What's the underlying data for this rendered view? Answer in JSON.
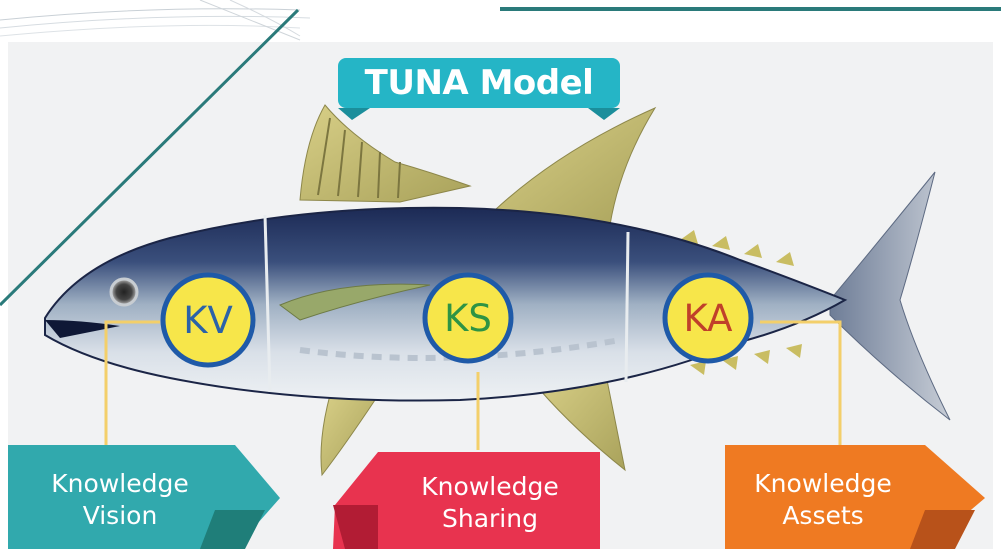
{
  "title": "TUNA Model",
  "badges": [
    {
      "abbr": "KV",
      "color": "#2b62a8"
    },
    {
      "abbr": "KS",
      "color": "#2e9444"
    },
    {
      "abbr": "KA",
      "color": "#c0402a"
    }
  ],
  "labels": [
    {
      "line1": "Knowledge",
      "line2": "Vision",
      "color": "#31a9ad"
    },
    {
      "line1": "Knowledge",
      "line2": "Sharing",
      "color": "#e8334f"
    },
    {
      "line1": "Knowledge",
      "line2": "Assets",
      "color": "#ef7a22"
    }
  ],
  "colors": {
    "title_banner": "#25b5c6",
    "frame_line": "#2a7a7a",
    "badge_fill": "#f7e64a",
    "badge_ring": "#1f5aa8",
    "connector": "#f3cf6a"
  }
}
